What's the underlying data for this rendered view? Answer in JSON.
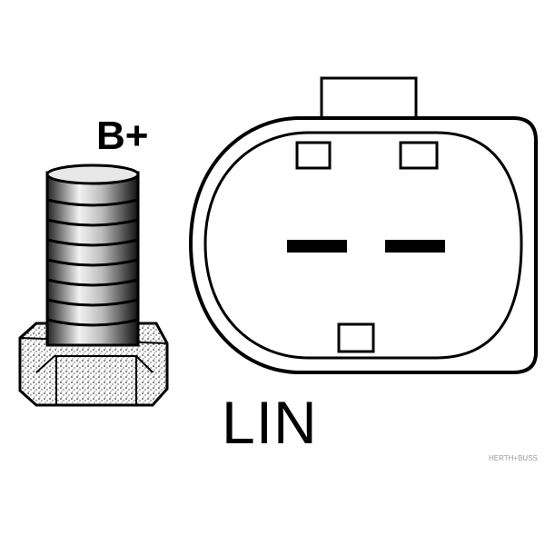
{
  "labels": {
    "positive_terminal": "B+",
    "lin_connector": "LIN"
  },
  "watermark": {
    "text": "HERTH+BUSS"
  },
  "colors": {
    "line": "#000000",
    "background": "#ffffff",
    "watermark": "#9a9a9a"
  }
}
